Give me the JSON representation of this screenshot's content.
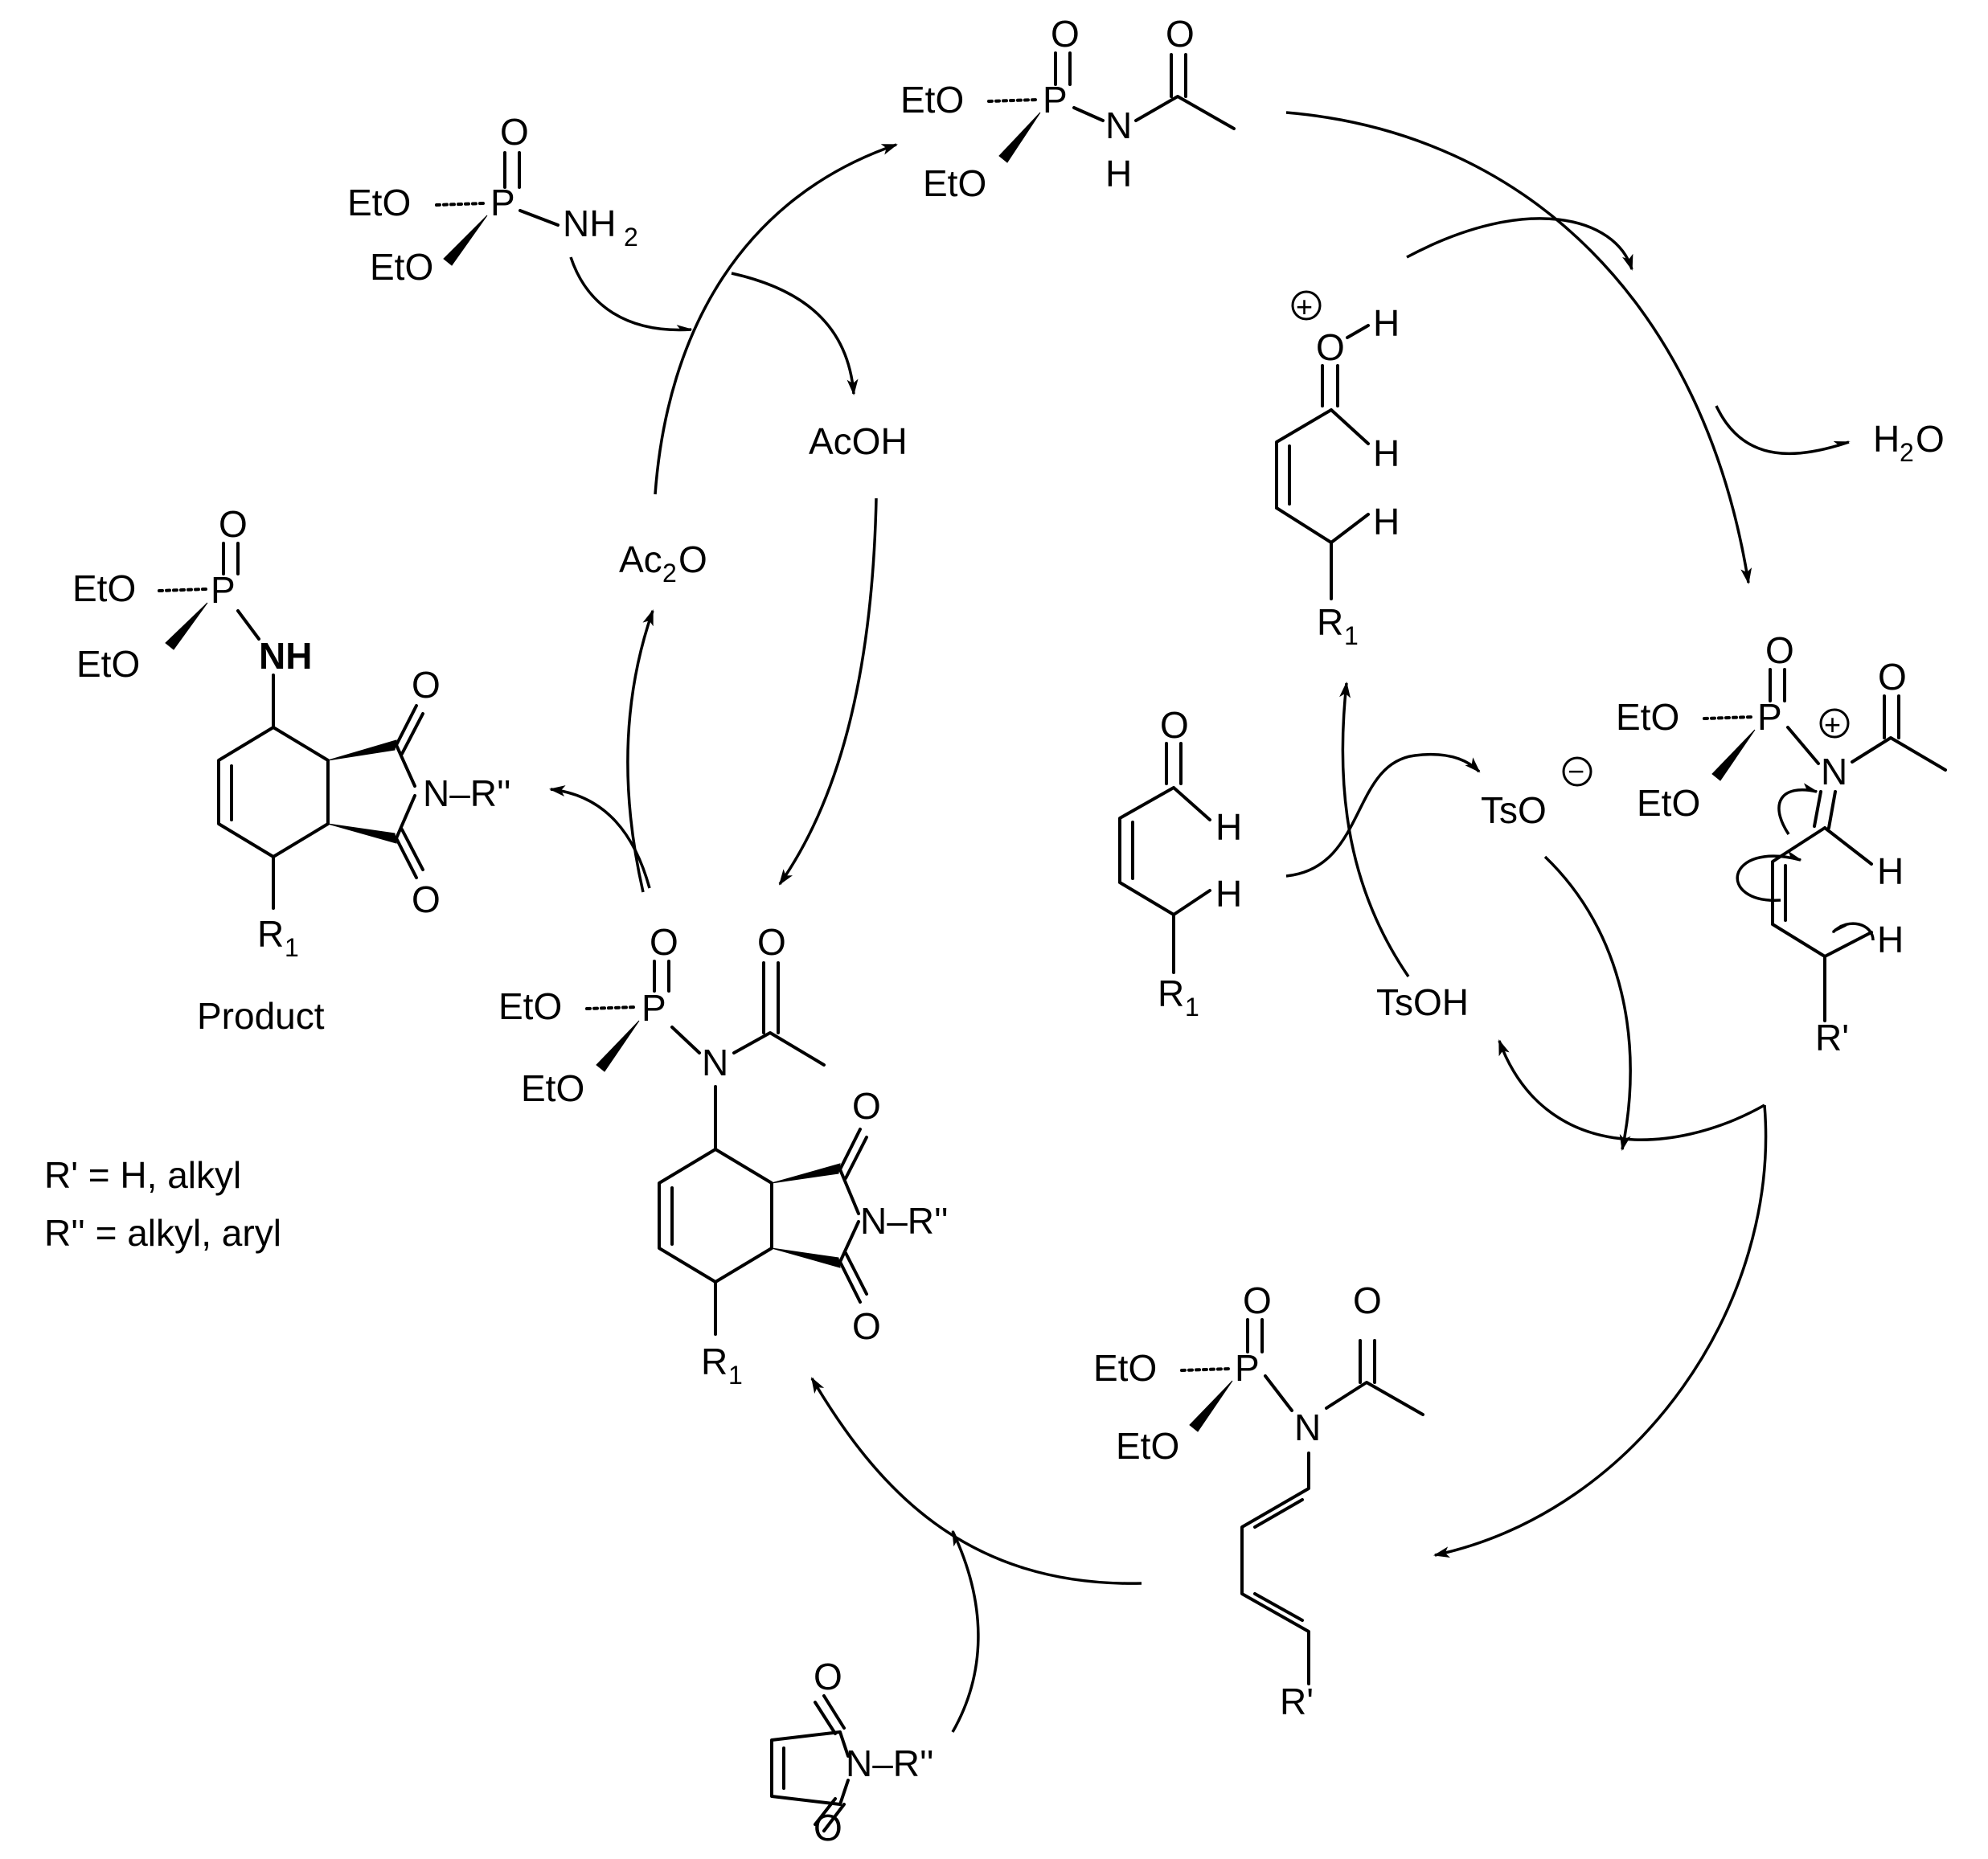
{
  "labels": {
    "eto": "EtO",
    "o": "O",
    "p": "P",
    "n": "N",
    "h": "H",
    "nh": "NH",
    "nh2": "NH",
    "nh2_sub": "2",
    "r1": "R",
    "r1_sub": "1",
    "r_prime": "R'",
    "n_r_double_prime": "N–R''",
    "acoh": "AcOH",
    "ac2o": "Ac",
    "ac2o_sub": "2",
    "ac2o_tail": "O",
    "h2o": "H",
    "h2o_sub": "2",
    "h2o_tail": "O",
    "tso_minus": "TsO",
    "tsoh": "TsOH",
    "plus": "+",
    "minus": "−",
    "product_caption": "Product",
    "legend_line1": "R' = H, alkyl",
    "legend_line2": "R'' = alkyl, aryl"
  }
}
